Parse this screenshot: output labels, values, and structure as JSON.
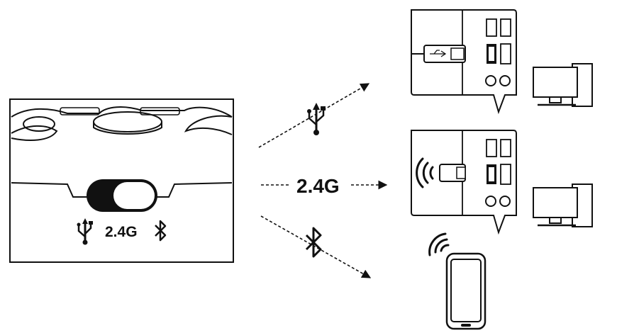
{
  "switch_panel": {
    "labels": {
      "usb_icon": "usb-icon",
      "rf_label": "2.4G",
      "bt_icon": "bluetooth-icon"
    }
  },
  "connections": [
    {
      "mode": "usb",
      "icon": "usb-icon",
      "target": "pc-with-usb-cable"
    },
    {
      "mode": "2.4g",
      "label": "2.4G",
      "target": "pc-with-usb-receiver"
    },
    {
      "mode": "bluetooth",
      "icon": "bluetooth-icon",
      "target": "smartphone"
    }
  ],
  "colors": {
    "ink": "#111111",
    "background": "#ffffff"
  }
}
